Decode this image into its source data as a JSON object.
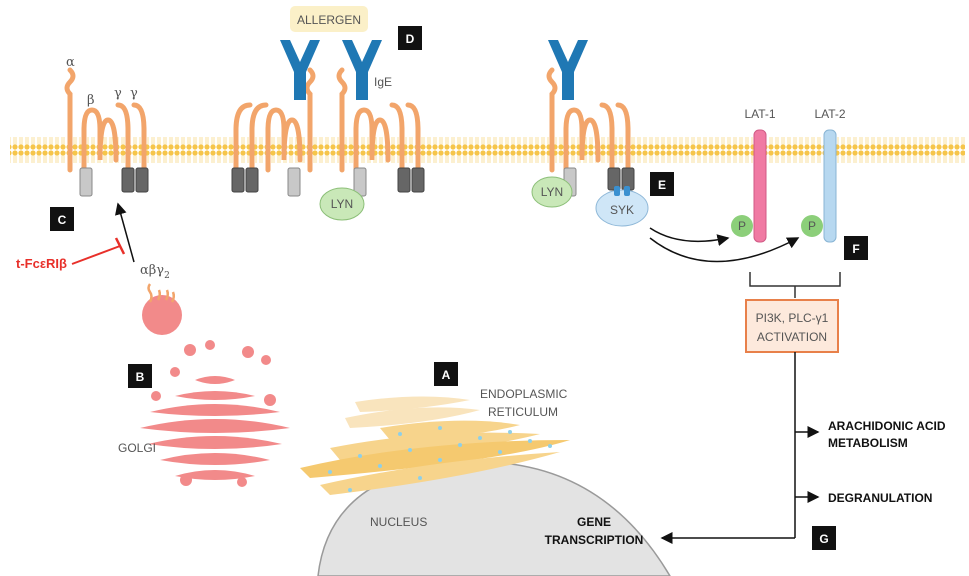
{
  "panels": [
    "A",
    "B",
    "C",
    "D",
    "E",
    "F",
    "G"
  ],
  "receptor_labels": {
    "alpha": "α",
    "beta": "β",
    "gamma1": "γ",
    "gamma2": "γ",
    "complex": "αβγ",
    "complex_sub": "2"
  },
  "inhibitor": "t-FcεRIβ",
  "allergen": "ALLERGEN",
  "ige": "IgE",
  "lyn": "LYN",
  "syk": "SYK",
  "lat1": "LAT-1",
  "lat2": "LAT-2",
  "phospho": "P",
  "activation_line1": "PI3K, PLC-γ1",
  "activation_line2": "ACTIVATION",
  "outputs": {
    "arachidonic_line1": "ARACHIDONIC ACID",
    "arachidonic_line2": "METABOLISM",
    "degranulation": "DEGRANULATION",
    "gene_line1": "GENE",
    "gene_line2": "TRANSCRIPTION"
  },
  "organelles": {
    "golgi": "GOLGI",
    "er_line1": "ENDOPLASMIC",
    "er_line2": "RETICULUM",
    "nucleus": "NUCLEUS"
  },
  "colors": {
    "membrane": "#f6c54a",
    "receptor": "#f2a56b",
    "antibody": "#1f78b4",
    "golgi": "#f28a8a",
    "er": "#f7d48c",
    "nucleus": "#e0e0e0",
    "lyn": "#c9e8b8",
    "syk": "#cfe6f7",
    "lat1": "#f07aa3",
    "lat2": "#b7d8f0",
    "inhibitor": "#e8302a",
    "activation_fill": "#fde9dc",
    "activation_border": "#e8804a"
  }
}
